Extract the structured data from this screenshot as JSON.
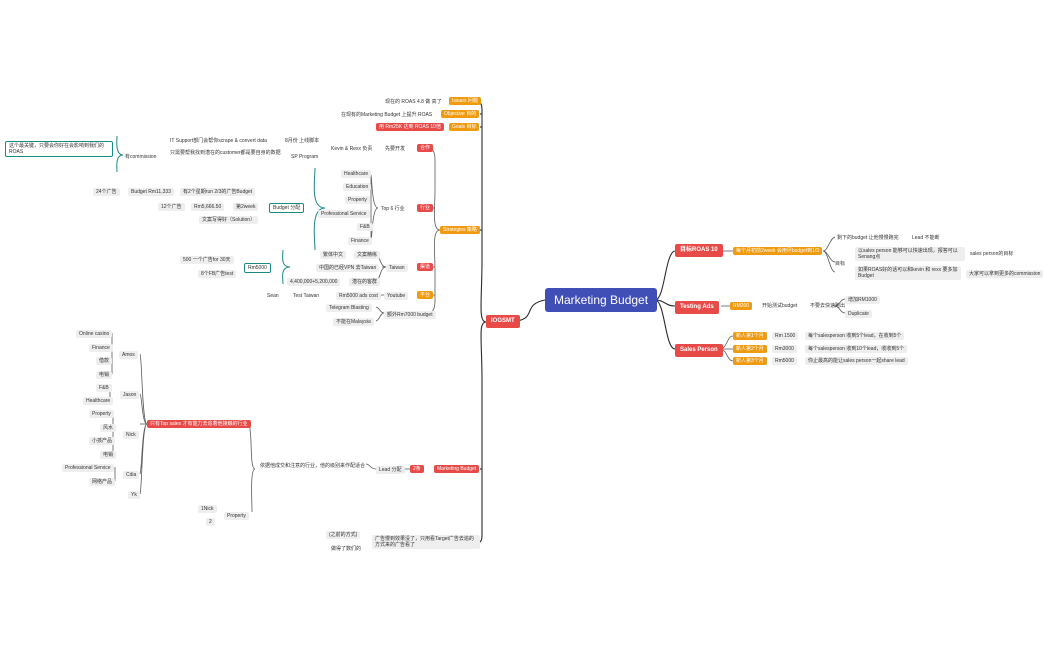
{
  "root": "Marketing Budget",
  "hub": "IOGSMT",
  "right": {
    "roas": {
      "title": "目标ROAS 10",
      "note": "每个月初前2week 会用尽budget到1/3",
      "a": "剩下的budget 让他慢慢跑完",
      "a_lead": "Lead 不能断",
      "goal": "目标",
      "b": "以sales person 能够可以快速出现，报答可以Senang点",
      "b_tail": "sales person的目标",
      "c": "如果ROAS好的话可以和kevin 和 rexx 要多加Budget",
      "c_tail": "大家可以拿到更多的commission"
    },
    "testing": {
      "title": "Testing Ads",
      "tag": "RM200",
      "text": "开始测试budget",
      "tail": "不要去快速跑出",
      "o1": "增加RM1000",
      "o2": "Duplicate"
    },
    "sales": {
      "title": "Sales Person",
      "m1": "新人第1个月",
      "m1v": "Rm 1500",
      "m1t": "每个salesperson 收到5个lead，在收到5个",
      "m2": "新人第2个月",
      "m2v": "Rm3000",
      "m2t": "每个salesperson 收到10个lead，收收到5个",
      "m3": "新人第3个月",
      "m3v": "Rm5000",
      "m3t": "你止最高的能让sales person一起share lead"
    }
  },
  "left": {
    "issues": {
      "label": "Issues 问题",
      "text": "现在的 ROAS 4.8 做 高了"
    },
    "objective": {
      "label": "Objective 目的",
      "text": "在现有的Marketing Budget 上提升 ROAS"
    },
    "goals": {
      "label": "Goals 目标",
      "text": "用 Rm25K 达到 ROAS 10倍"
    },
    "strategies": {
      "label": "Strategies 策略"
    },
    "cooperate": {
      "tag": "合作",
      "text": "先要开发",
      "who": "Kevin & Rexx 负责",
      "it": "IT Support部门会帮你scrape & convert data",
      "it2": "8月份 上线脚本",
      "sp": "只需要帮我找到潜在的customer都是要自身的数据",
      "sp2": "SP Program",
      "comm": "有commission",
      "box": "这个最关键，只要会你好在会影响到我们的ROAS"
    },
    "industry": {
      "tag": "行业",
      "text": "Top 6 行业",
      "items": [
        "Healthcare",
        "Education",
        "Property",
        "Professional Service",
        "F&B",
        "Finance"
      ],
      "budget": "Budget 分配",
      "b1": "24个广告",
      "b1v": "Budget Rm11,333",
      "b1t": "有2个星期run 2/3的广告Budget",
      "b2": "12个广告",
      "b2v": "Rm5,666.50",
      "b2t": "第2week",
      "b3": "文案写得好（Solution）"
    },
    "taiwan": {
      "tag": "渠道",
      "text": "Taiwan",
      "t1": "繁体中文",
      "t1b": "文案精练",
      "t2": "中国的已经VPN 去Taiwan",
      "t3": "4,400,000+5,200,000",
      "t3b": "潜在的客群",
      "rm": "Rm5000",
      "r1": "500 一个广告for 30天",
      "r2": "8个FB广告test"
    },
    "youtube": {
      "tag": "平台",
      "text": "Youtube",
      "y1": "Rm5000 ads cost",
      "y2": "Test Taiwan",
      "y3": "Sean",
      "t1": "Telegram Blasting",
      "t2": "额外Rm7000 budget",
      "t3": "不能在Malaysia"
    },
    "marketing": {
      "label": "Marketing Budget",
      "tag": "2条",
      "lead": "Lead 分配",
      "alloc": "依据他成交和注意的行业，他的级别来作配适合",
      "redbox": "只有Top sales 才有能力去追着他接触的行业",
      "amos": "Amos",
      "amos_items": [
        "Online casino",
        "Finance",
        "借款",
        "电销"
      ],
      "jason": "Jason",
      "jason_items": [
        "F&B",
        "Healthcare"
      ],
      "nick": "Nick",
      "nick_items": [
        "Property",
        "风水",
        "小孩产品",
        "电销"
      ],
      "cdia": "Cdia",
      "cdia_items": [
        "Professional Service",
        "网络产品"
      ],
      "yk": "Yk",
      "property": "Property",
      "p1": "1Nick",
      "p2": "2",
      "ads": "广告慢到效果没了，只用看Target广告去追的方式来的广告看了",
      "ads1": "(之前的方式)",
      "ads2": "做得了数们的"
    }
  }
}
